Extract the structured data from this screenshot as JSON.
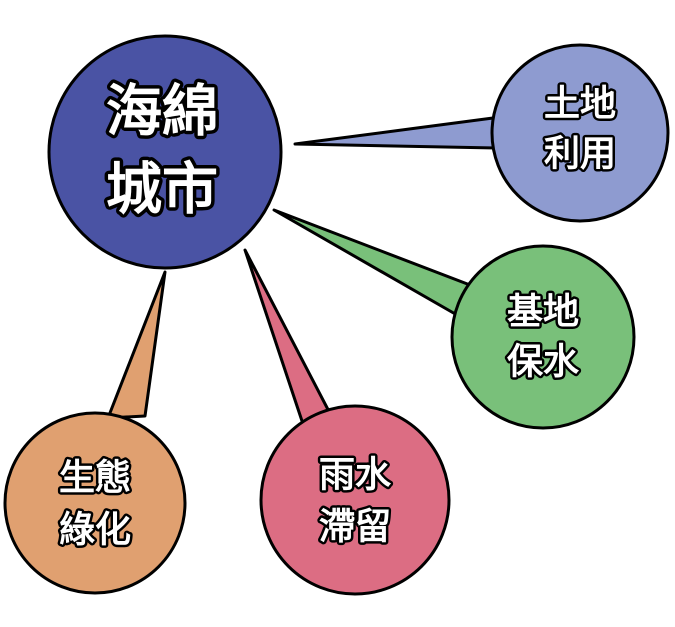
{
  "center": {
    "line1": "海綿",
    "line2": "城市",
    "color": "#4a53a4"
  },
  "nodes": {
    "land_use": {
      "line1": "土地",
      "line2": "利用",
      "color": "#8e9bd0"
    },
    "site_retention": {
      "line1": "基地",
      "line2": "保水",
      "color": "#79c07a"
    },
    "rain_detention": {
      "line1": "雨水",
      "line2": "滯留",
      "color": "#dc6d83"
    },
    "eco_greening": {
      "line1": "生態",
      "line2": "綠化",
      "color": "#e0a070"
    }
  }
}
